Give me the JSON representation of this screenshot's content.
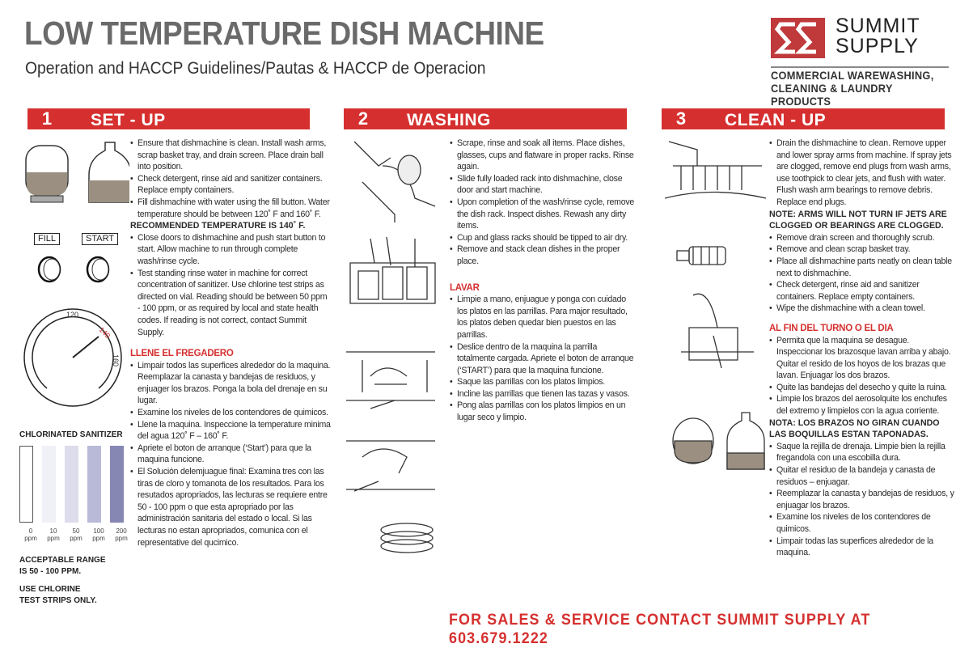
{
  "header": {
    "title": "LOW TEMPERATURE DISH MACHINE",
    "subtitle": "Operation and HACCP Guidelines/Pautas & HACCP de Operacion"
  },
  "logo": {
    "name_line1": "SUMMIT",
    "name_line2": "SUPPLY",
    "tagline1": "COMMERCIAL WAREWASHING,",
    "tagline2": "CLEANING & LAUNDRY PRODUCTS",
    "color": "#c0393b"
  },
  "accent": "#d5302f",
  "sections": [
    {
      "number": "1",
      "title": "SET - UP",
      "bullets": [
        "Ensure that dishmachine is clean. Install wash arms, scrap basket tray, and drain screen. Place drain ball into position.",
        "Check detergent, rinse aid and sanitizer containers. Replace empty containers.",
        "Fill dishmachine with water using the fill button. Water temperature should be between 120˚ F and 160˚ F."
      ],
      "note": "RECOMMENDED TEMPERATURE IS 140˚ F.",
      "bullets2": [
        "Close doors to dishmachine and push start button to start. Allow machine to run through complete wash/rinse cycle.",
        "Test standing rinse water in machine for correct concentration of sanitizer. Use chlorine test strips as directed on vial. Reading should be between 50 ppm - 100 ppm, or as required by local and state health codes. If reading is not correct, contact Summit Supply."
      ],
      "es_heading": "LLENE EL FREGADERO",
      "es_bullets": [
        "Limpair todos las superfices alrededor do la maquina. Reemplazar la canasta y bandejas de residuos, y enjuager los brazos. Ponga la bola del drenaje en su lugar.",
        "Examine los niveles de los contendores de quimicos.",
        "Llene la maquina. Inspeccione la temperature minima del agua 120˚ F – 160˚ F.",
        "Apriete el boton de arranque (‘Start’) para que la maquina funcione.",
        "El Solución delemjuague final: Examina tres con las tiras de cloro y tomanota de los resultados. Para los resutados apropriados, las lecturas se requiere entre 50 - 100 ppm o que esta apropriado por las administración sanitaria del estado o local. Si las lecturas no estan apropriados, comunica con el representative del qucimico."
      ]
    },
    {
      "number": "2",
      "title": "WASHING",
      "bullets": [
        "Scrape, rinse and soak all items. Place dishes, glasses, cups and flatware in proper racks. Rinse again.",
        "Slide fully loaded rack into dishmachine, close door and start machine.",
        "Upon completion of the wash/rinse cycle, remove the dish rack. Inspect dishes. Rewash any dirty items.",
        "Cup and glass racks should be tipped to air dry.",
        "Remove and stack clean dishes in the proper place."
      ],
      "es_heading": "LAVAR",
      "es_bullets": [
        "Limpie a mano, enjuague y ponga con cuidado los platos en las parrillas. Para major resultado, los platos deben quedar bien puestos en las parrillas.",
        "Deslice dentro de la maquina la parrilla totalmente cargada. Apriete el boton de arranque (‘START’) para que la maquina funcione.",
        "Saque las parrillas con los platos limpios.",
        "Incline las parrillas que tienen las tazas y vasos.",
        "Pong alas parrillas con los platos limpios en un lugar seco y limpio."
      ]
    },
    {
      "number": "3",
      "title": "CLEAN - UP",
      "bullets": [
        "Drain the dishmachine to clean. Remove upper and lower spray arms from machine. If spray jets are clogged, remove end plugs from wash arms, use toothpick to clear jets, and flush with water. Flush wash arm bearings to remove debris. Replace end plugs."
      ],
      "note": "NOTE: ARMS WILL NOT TURN IF JETS ARE CLOGGED OR BEARINGS ARE CLOGGED.",
      "bullets2": [
        "Remove drain screen and thoroughly scrub.",
        "Remove and clean scrap basket tray.",
        "Place all dishmachine parts neatly on clean table next to dishmachine.",
        "Check detergent, rinse aid and sanitizer containers. Replace empty containers.",
        "Wipe the dishmachine with a clean towel."
      ],
      "es_heading": "AL FIN DEL TURNO O EL DIA",
      "es_bullets": [
        "Permita que la maquina se desague. Inspeccionar los brazosque lavan arriba y abajo. Quitar el resido de los hoyos de los brazas que lavan. Enjuagar los dos brazos.",
        "Quite las bandejas del desecho y quite la ruina.",
        "Limpie los brazos del aerosolquite los enchufes del extremo y limpielos con la agua corriente."
      ],
      "es_note": "NOTA: LOS BRAZOS NO GIRAN CUANDO LAS BOQUILLAS ESTAN TAPONADAS.",
      "es_bullets2": [
        "Saque la rejilla de drenaja. Limpie bien la rejilla fregandola con una escobilla dura.",
        "Quitar el residuo de la bandeja y canasta de residuos – enjuagar.",
        "Reemplazar la canasta y bandejas de residuos, y enjuagar los brazos.",
        "Examine los niveles de los contendores de quimicos.",
        "Limpair todas las superfices alrededor de la maquina."
      ]
    }
  ],
  "controls": {
    "fill_label": "FILL",
    "start_label": "START"
  },
  "gauge": {
    "labels": [
      "120",
      "140",
      "160"
    ],
    "recommended": "140",
    "needle_value": 140
  },
  "sanitizer": {
    "title": "CHLORINATED SANITIZER",
    "strips": [
      {
        "value": "0",
        "unit": "ppm",
        "color": "#ffffff"
      },
      {
        "value": "10",
        "unit": "ppm",
        "color": "#f0f0f7"
      },
      {
        "value": "50",
        "unit": "ppm",
        "color": "#dcdcec"
      },
      {
        "value": "100",
        "unit": "ppm",
        "color": "#b9b9d8"
      },
      {
        "value": "200",
        "unit": "ppm",
        "color": "#8787b4"
      }
    ],
    "range_note": "ACCEPTABLE RANGE IS 50 - 100 PPM.",
    "strip_note": "USE CHLORINE TEST STRIPS ONLY."
  },
  "footer": {
    "contact": "FOR SALES & SERVICE CONTACT SUMMIT SUPPLY AT 603.679.1222"
  }
}
